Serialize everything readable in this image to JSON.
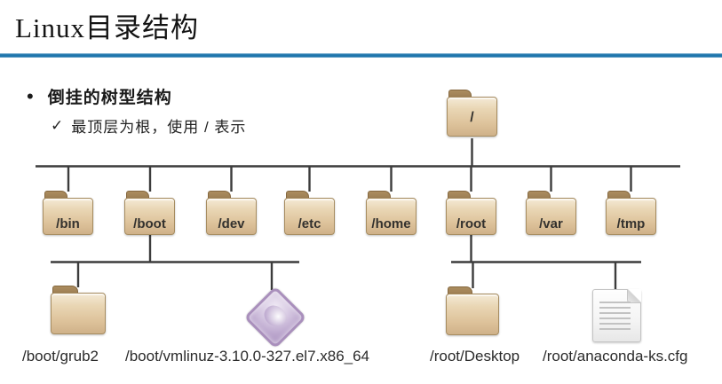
{
  "header": {
    "title": "Linux目录结构"
  },
  "content": {
    "bullet_marker": "•",
    "bullet": "倒挂的树型结构",
    "check_marker": "✓",
    "check": "最顶层为根，使用 / 表示"
  },
  "tree": {
    "root_label": "/",
    "level2": [
      "/bin",
      "/boot",
      "/dev",
      "/etc",
      "/home",
      "/root",
      "/var",
      "/tmp"
    ],
    "leaves": [
      "/boot/grub2",
      "/boot/vmlinuz-3.10.0-327.el7.x86_64",
      "/root/Desktop",
      "/root/anaconda-ks.cfg"
    ]
  },
  "colors": {
    "accent_divider": "#1f76ad",
    "connector": "#3c3c3c",
    "folder_body": "#e0c9a4",
    "folder_tab": "#97794f",
    "diamond_fill": "#c3afd4",
    "document_fill": "#f4f4f4",
    "text": "#1a1a1a"
  }
}
